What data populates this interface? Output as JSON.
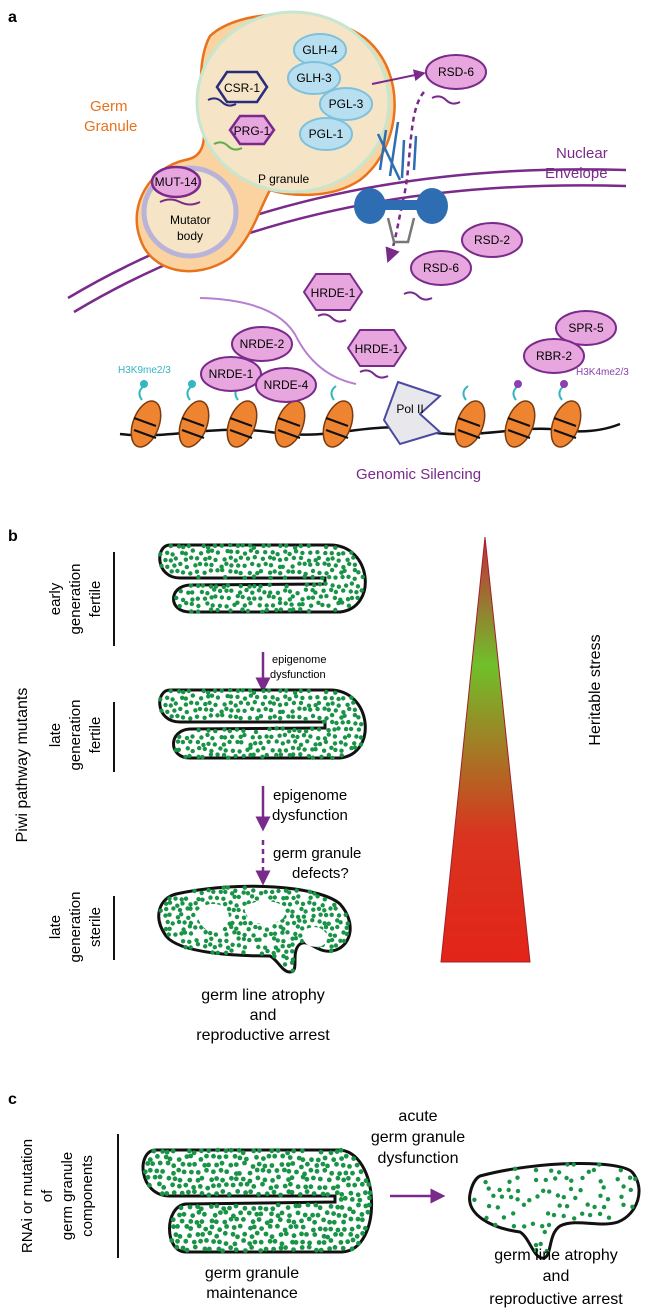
{
  "panels": {
    "a": "a",
    "b": "b",
    "c": "c"
  },
  "panel_a": {
    "germ_granule_1": "Germ",
    "germ_granule_2": "Granule",
    "p_granule": "P granule",
    "mutator_1": "Mutator",
    "mutator_2": "body",
    "nuclear_1": "Nuclear",
    "nuclear_2": "Envelope",
    "h3k9": "H3K9me2/3",
    "h3k4": "H3K4me2/3",
    "genomic_silencing": "Genomic Silencing",
    "pol2": "Pol II",
    "proteins": {
      "csr1": "CSR-1",
      "prg1": "PRG-1",
      "glh4": "GLH-4",
      "glh3": "GLH-3",
      "pgl3": "PGL-3",
      "pgl1": "PGL-1",
      "mut14": "MUT-14",
      "rsd6_top": "RSD-6",
      "rsd2": "RSD-2",
      "rsd6_mid": "RSD-6",
      "hrde1_a": "HRDE-1",
      "hrde1_b": "HRDE-1",
      "nrde2": "NRDE-2",
      "nrde1": "NRDE-1",
      "nrde4": "NRDE-4",
      "spr5": "SPR-5",
      "rbr2": "RBR-2"
    }
  },
  "panel_b": {
    "side_label": "Piwi pathway mutants",
    "early_1": "early",
    "early_2": "generation",
    "early_3": "fertile",
    "late_fertile_1": "late",
    "late_fertile_2": "generation",
    "late_fertile_3": "fertile",
    "late_sterile_1": "late",
    "late_sterile_2": "generation",
    "late_sterile_3": "sterile",
    "arrow1_1": "epigenome",
    "arrow1_2": "dysfunction",
    "arrow2_1": "epigenome",
    "arrow2_2": "dysfunction",
    "arrow3_1": "germ granule",
    "arrow3_2": "defects?",
    "outcome_1": "germ line atrophy",
    "outcome_2": "and",
    "outcome_3": "reproductive arrest",
    "heritable_stress": "Heritable stress"
  },
  "panel_c": {
    "side_1": "RNAi or mutation",
    "side_2": "of",
    "side_3": "germ granule",
    "side_4": "components",
    "left_1": "germ granule",
    "left_2": "maintenance",
    "arrow_1": "acute",
    "arrow_2": "germ granule",
    "arrow_3": "dysfunction",
    "right_1": "germ line atrophy",
    "right_2": "and",
    "right_3": "reproductive arrest"
  },
  "colors": {
    "germ_granule_outline": "#e8731c",
    "granule_fill": "#fbd3a0",
    "p_granule_fill": "#f5e4c5",
    "blue_protein": "#b7dff0",
    "magenta_protein": "#e7a6de",
    "purple": "#7a2a8a",
    "nuclear_pore": "#2f6db2",
    "nucleosome": "#ee8430",
    "teal": "#34b5c0",
    "dots": "#199346"
  }
}
